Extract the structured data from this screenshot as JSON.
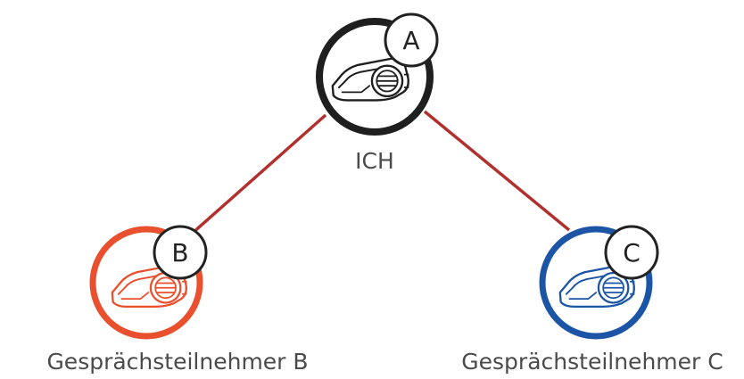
{
  "nodes": [
    {
      "id": "a",
      "badge": "A",
      "label": "ICH",
      "color": "#1f1f1f"
    },
    {
      "id": "b",
      "badge": "B",
      "label": "Gesprächsteilnehmer B",
      "color": "#e8502e"
    },
    {
      "id": "c",
      "badge": "C",
      "label": "Gesprächsteilnehmer C",
      "color": "#1d55a6"
    }
  ],
  "link_color": "#b0302e",
  "device_icon": "headset-device-icon"
}
